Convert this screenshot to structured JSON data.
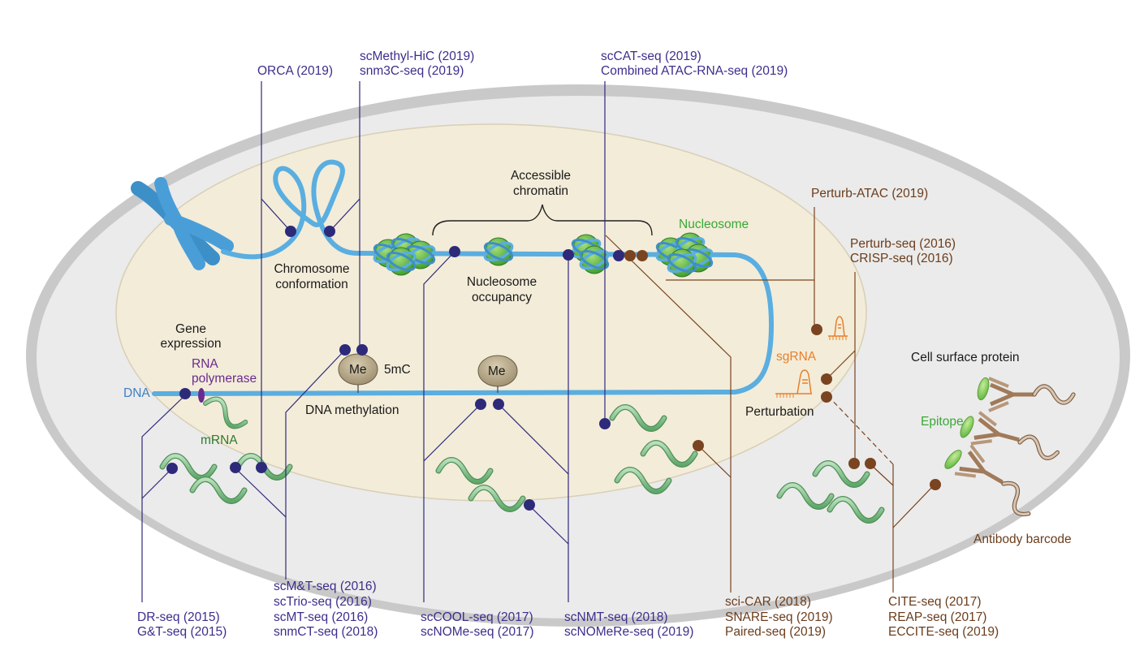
{
  "labels": {
    "orca": "ORCA (2019)",
    "scmethyl_hic": "scMethyl-HiC (2019)",
    "snm3c_seq": "snm3C-seq (2019)",
    "sccat_seq": "scCAT-seq (2019)",
    "combined_atac_rna": "Combined ATAC-RNA-seq (2019)",
    "accessible_chromatin_1": "Accessible",
    "accessible_chromatin_2": "chromatin",
    "nucleosome": "Nucleosome",
    "perturb_atac": "Perturb-ATAC (2019)",
    "perturb_seq": "Perturb-seq (2016)",
    "crisp_seq": "CRISP-seq (2016)",
    "chromosome_conformation_1": "Chromosome",
    "chromosome_conformation_2": "conformation",
    "nucleosome_occupancy_1": "Nucleosome",
    "nucleosome_occupancy_2": "occupancy",
    "gene_expression_1": "Gene",
    "gene_expression_2": "expression",
    "rna_polymerase_1": "RNA",
    "rna_polymerase_2": "polymerase",
    "dna": "DNA",
    "me_1": "Me",
    "me_2": "Me",
    "five_mc": "5mC",
    "dna_methylation": "DNA methylation",
    "sgrna": "sgRNA",
    "perturbation": "Perturbation",
    "cell_surface_protein": "Cell surface protein",
    "epitope": "Epitope",
    "antibody_barcode": "Antibody barcode",
    "mrna": "mRNA",
    "scmt_group": [
      "scM&T-seq (2016)",
      "scTrio-seq (2016)",
      "scMT-seq (2016)",
      "snmCT-seq (2018)"
    ],
    "drseq_group": [
      "DR-seq (2015)",
      "G&T-seq (2015)"
    ],
    "sccool_group": [
      "scCOOL-seq (2017)",
      "scNOMe-seq (2017)"
    ],
    "scnmt_group": [
      "scNMT-seq (2018)",
      "scNOMeRe-seq (2019)"
    ],
    "scicar_group": [
      "sci-CAR (2018)",
      "SNARE-seq (2019)",
      "Paired-seq (2019)"
    ],
    "citeseq_group": [
      "CITE-seq (2017)",
      "REAP-seq (2017)",
      "ECCITE-seq (2019)"
    ]
  },
  "colors": {
    "cell_membrane": "#c4c4c4",
    "cytoplasm": "#ececec",
    "nucleus": "#f3ecd9",
    "dna": "#5aaee0",
    "method_purple": "#2e2a7a",
    "method_brown": "#7a4420",
    "nucleosome_green": "#5fbe45",
    "mrna_green": "#7fc28a",
    "sgrna_orange": "#e87f2a",
    "antibody_brown": "#a07a5a"
  }
}
